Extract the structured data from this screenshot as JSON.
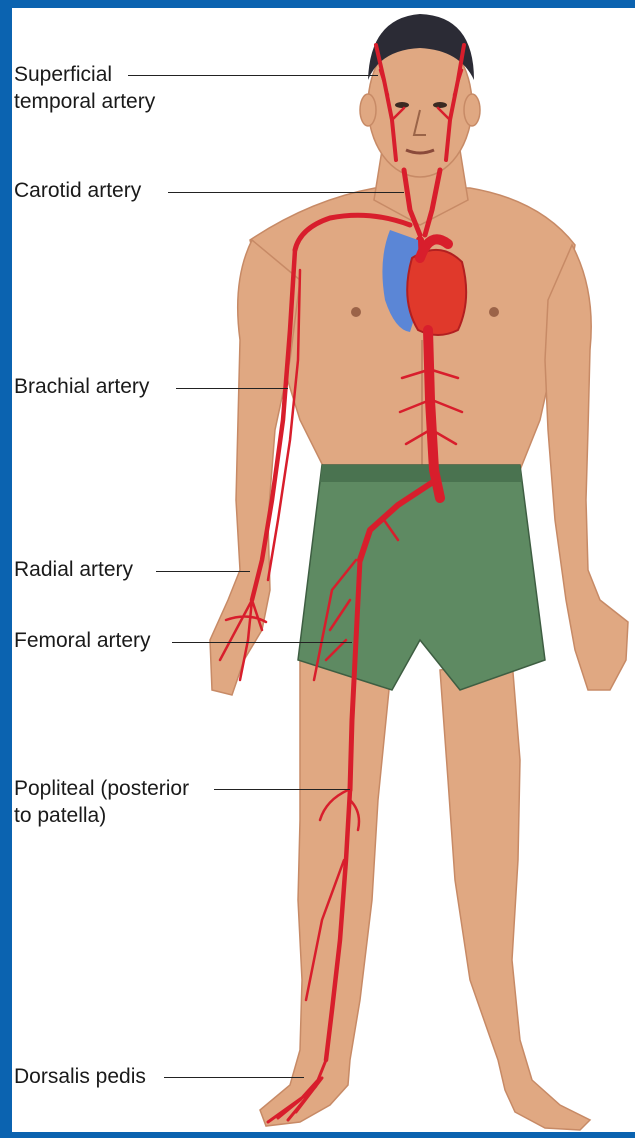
{
  "colors": {
    "frame": "#0b63b0",
    "skin": "#e0a882",
    "skin_shadow": "#c78a66",
    "artery": "#d81e2c",
    "shorts": "#5e8a62",
    "heart_red": "#e0392b",
    "heart_blue": "#5b86d6",
    "hair": "#2b2b35"
  },
  "labels": {
    "superficial_temporal_1": "Superficial",
    "superficial_temporal_2": "temporal artery",
    "carotid": "Carotid artery",
    "brachial": "Brachial artery",
    "radial": "Radial artery",
    "femoral": "Femoral artery",
    "popliteal_1": "Popliteal (posterior",
    "popliteal_2": "to patella)",
    "dorsalis": "Dorsalis pedis"
  }
}
